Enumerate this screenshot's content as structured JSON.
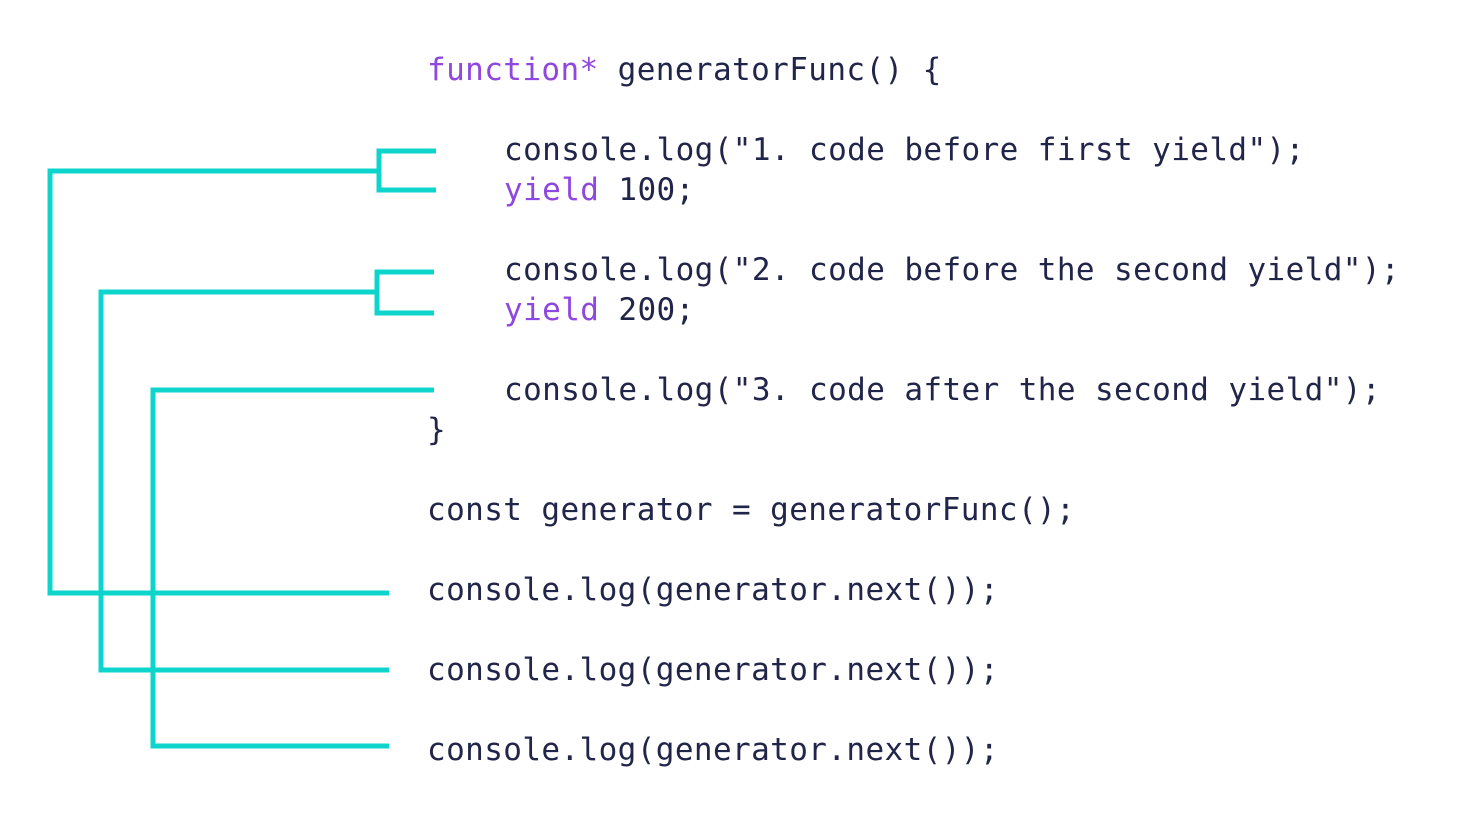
{
  "colors": {
    "code_text": "#22254a",
    "keyword": "#8f47e0",
    "connector": "#0ed5cc",
    "background": "#ffffff"
  },
  "code": {
    "func_keyword": "function*",
    "func_rest": " generatorFunc() {",
    "log1": "console.log(\"1. code before first yield\");",
    "yield1_keyword": "yield",
    "yield1_rest": " 100;",
    "log2": "console.log(\"2. code before the second yield\");",
    "yield2_keyword": "yield",
    "yield2_rest": " 200;",
    "log3": "console.log(\"3. code after the second yield\");",
    "close_brace": "}",
    "const_line": "const generator = generatorFunc();",
    "next_call_1": "console.log(generator.next());",
    "next_call_2": "console.log(generator.next());",
    "next_call_3": "console.log(generator.next());"
  },
  "connectors": [
    {
      "id": "first",
      "from": "next_call_1",
      "to": [
        "log1",
        "yield1"
      ]
    },
    {
      "id": "second",
      "from": "next_call_2",
      "to": [
        "log2",
        "yield2"
      ]
    },
    {
      "id": "third",
      "from": "next_call_3",
      "to": [
        "log3"
      ]
    }
  ]
}
